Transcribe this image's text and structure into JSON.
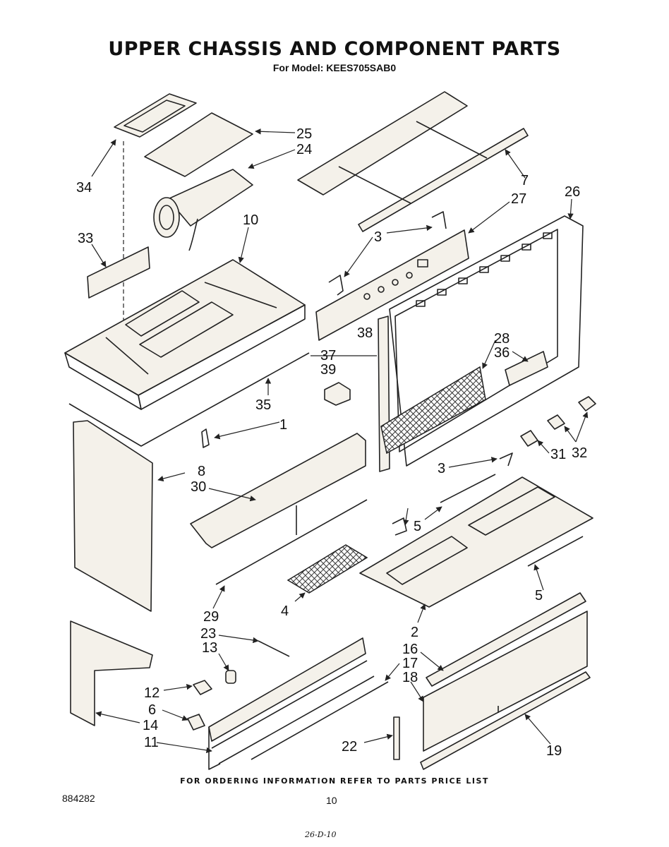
{
  "header": {
    "title": "UPPER CHASSIS AND COMPONENT PARTS",
    "subtitle": "For Model: KEES705SAB0"
  },
  "callouts": [
    {
      "id": "c34",
      "label": "34"
    },
    {
      "id": "c25",
      "label": "25"
    },
    {
      "id": "c24",
      "label": "24"
    },
    {
      "id": "c7",
      "label": "7"
    },
    {
      "id": "c27",
      "label": "27"
    },
    {
      "id": "c26",
      "label": "26"
    },
    {
      "id": "c10",
      "label": "10"
    },
    {
      "id": "c33",
      "label": "33"
    },
    {
      "id": "c3a",
      "label": "3"
    },
    {
      "id": "c38",
      "label": "38"
    },
    {
      "id": "c28",
      "label": "28"
    },
    {
      "id": "c37",
      "label": "37"
    },
    {
      "id": "c36",
      "label": "36"
    },
    {
      "id": "c39",
      "label": "39"
    },
    {
      "id": "c35",
      "label": "35"
    },
    {
      "id": "c1",
      "label": "1"
    },
    {
      "id": "c32",
      "label": "32"
    },
    {
      "id": "c8",
      "label": "8"
    },
    {
      "id": "c30",
      "label": "30"
    },
    {
      "id": "c3b",
      "label": "3"
    },
    {
      "id": "c31",
      "label": "31"
    },
    {
      "id": "c5a",
      "label": "5"
    },
    {
      "id": "c5b",
      "label": "5"
    },
    {
      "id": "c29",
      "label": "29"
    },
    {
      "id": "c4",
      "label": "4"
    },
    {
      "id": "c2",
      "label": "2"
    },
    {
      "id": "c23",
      "label": "23"
    },
    {
      "id": "c16",
      "label": "16"
    },
    {
      "id": "c13",
      "label": "13"
    },
    {
      "id": "c17",
      "label": "17"
    },
    {
      "id": "c18",
      "label": "18"
    },
    {
      "id": "c12",
      "label": "12"
    },
    {
      "id": "c6",
      "label": "6"
    },
    {
      "id": "c14",
      "label": "14"
    },
    {
      "id": "c11",
      "label": "11"
    },
    {
      "id": "c22",
      "label": "22"
    },
    {
      "id": "c19",
      "label": "19"
    }
  ],
  "footer": {
    "note": "FOR ORDERING INFORMATION REFER TO PARTS PRICE LIST",
    "doc_number": "884282",
    "page_number": "10",
    "handwritten": "26-D-10"
  }
}
